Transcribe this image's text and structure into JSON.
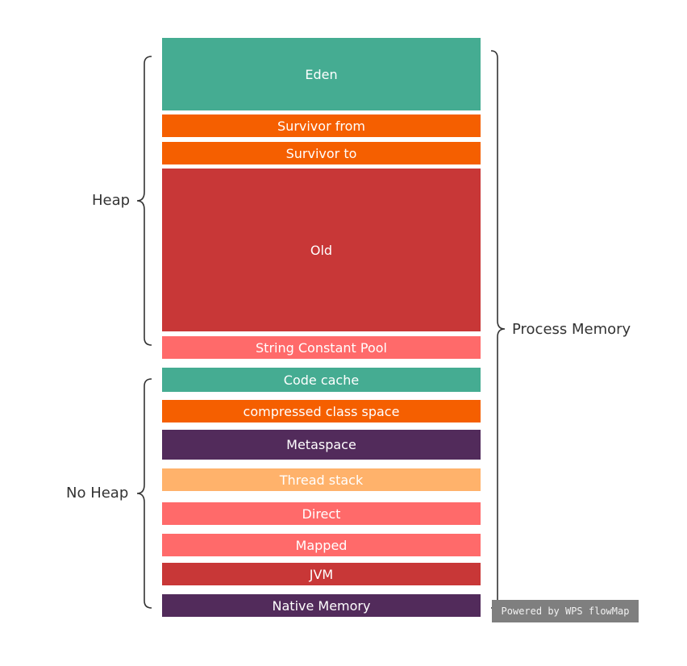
{
  "labels": {
    "heap": "Heap",
    "no_heap": "No Heap",
    "process_memory": "Process Memory"
  },
  "blocks": [
    {
      "label": "Eden",
      "color": "#45ac92"
    },
    {
      "label": "Survivor from",
      "color": "#f55f00"
    },
    {
      "label": "Survivor to",
      "color": "#f55f00"
    },
    {
      "label": "Old",
      "color": "#c83737"
    },
    {
      "label": "String Constant Pool",
      "color": "#ff6a6a"
    },
    {
      "label": "Code cache",
      "color": "#45ac92"
    },
    {
      "label": "compressed class space",
      "color": "#f55f00"
    },
    {
      "label": "Metaspace",
      "color": "#522b5b"
    },
    {
      "label": "Thread stack",
      "color": "#ffb26b"
    },
    {
      "label": "Direct",
      "color": "#ff6a6a"
    },
    {
      "label": "Mapped",
      "color": "#ff6a6a"
    },
    {
      "label": "JVM",
      "color": "#c83737"
    },
    {
      "label": "Native Memory",
      "color": "#522b5b"
    }
  ],
  "watermark": "Powered by WPS flowMap",
  "bracket_color": "#333333"
}
